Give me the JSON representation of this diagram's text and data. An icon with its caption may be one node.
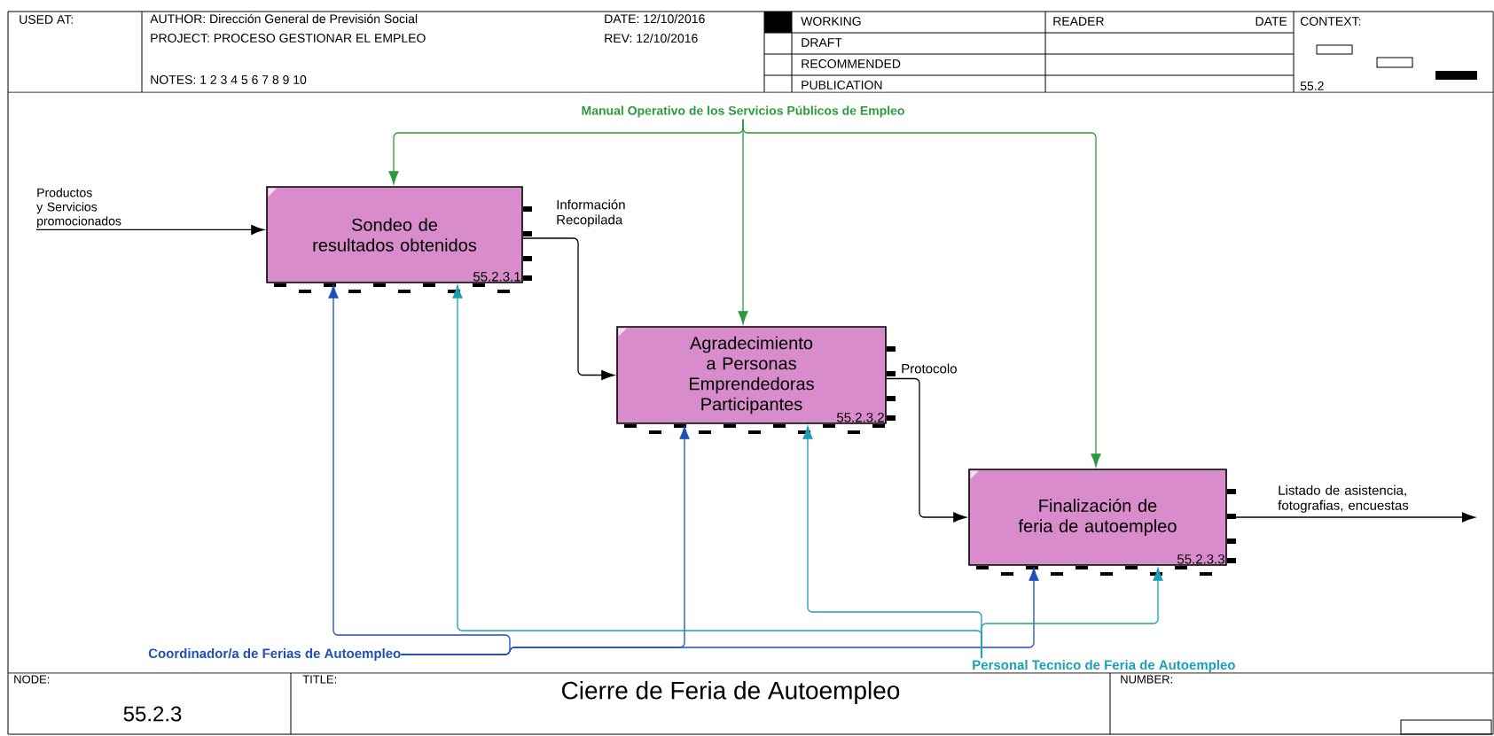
{
  "diagram": {
    "title": "Cierre de Feria de Autoempleo",
    "nodes": [
      {
        "text": [
          "Sondeo de resultados obtenidos",
          "55.2.3.1"
        ]
      },
      {
        "text": [
          "Agradecimiento a Personas Emprendedoras Participantes",
          "55.2.3.2"
        ]
      },
      {
        "text": [
          "Finalización de feria de autoempleo",
          "55.2.3.3"
        ]
      },
      {
        "text": [
          "Productos y Servicios promocionados"
        ]
      },
      {
        "text": [
          "Manual Operativo de los Servicios Públicos de Empleo"
        ]
      },
      {
        "text": [
          "Coordinador/a de Ferias de Autoempleo"
        ]
      },
      {
        "text": [
          "Personal Tecnico de Feria de Autoempleo"
        ]
      }
    ],
    "edges": [
      {
        "from": 3,
        "to": 0,
        "arrow": "to"
      },
      {
        "from": 0,
        "to": 1,
        "arrow": "to",
        "label": "Información Recopilada"
      },
      {
        "from": 1,
        "to": 2,
        "arrow": "to",
        "label": "Protocolo"
      },
      {
        "from": 2,
        "to": null,
        "arrow": "to",
        "label": "Listado de asistencia, fotografias, encuestas"
      },
      {
        "from": 4,
        "to": 0,
        "arrow": "to",
        "color": "#2a9a3a"
      },
      {
        "from": 4,
        "to": 1,
        "arrow": "to",
        "color": "#2a9a3a"
      },
      {
        "from": 4,
        "to": 2,
        "arrow": "to",
        "color": "#2a9a3a"
      },
      {
        "from": 5,
        "to": 0,
        "arrow": "to",
        "color": "#1f4fb8"
      },
      {
        "from": 5,
        "to": 1,
        "arrow": "to",
        "color": "#1f4fb8"
      },
      {
        "from": 5,
        "to": 2,
        "arrow": "to",
        "color": "#1f4fb8"
      },
      {
        "from": 6,
        "to": 0,
        "arrow": "to",
        "color": "#1a9fb5"
      },
      {
        "from": 6,
        "to": 1,
        "arrow": "to",
        "color": "#1a9fb5"
      },
      {
        "from": 6,
        "to": 2,
        "arrow": "to",
        "color": "#1a9fb5"
      }
    ],
    "labels": [
      "USED AT:",
      "AUTHOR: Dirección General de Previsión Social",
      "DATE: 12/10/2016",
      "WORKING",
      "READER",
      "DATE",
      "CONTEXT:",
      "PROJECT: PROCESO GESTIONAR EL EMPLEO",
      "REV: 12/10/2016",
      "DRAFT",
      "RECOMMENDED",
      "NOTES: 1 2 3 4 5 6 7 8 9 10",
      "PUBLICATION",
      "55.2",
      "NODE:",
      "TITLE:",
      "NUMBER:",
      "55.2.3"
    ]
  }
}
